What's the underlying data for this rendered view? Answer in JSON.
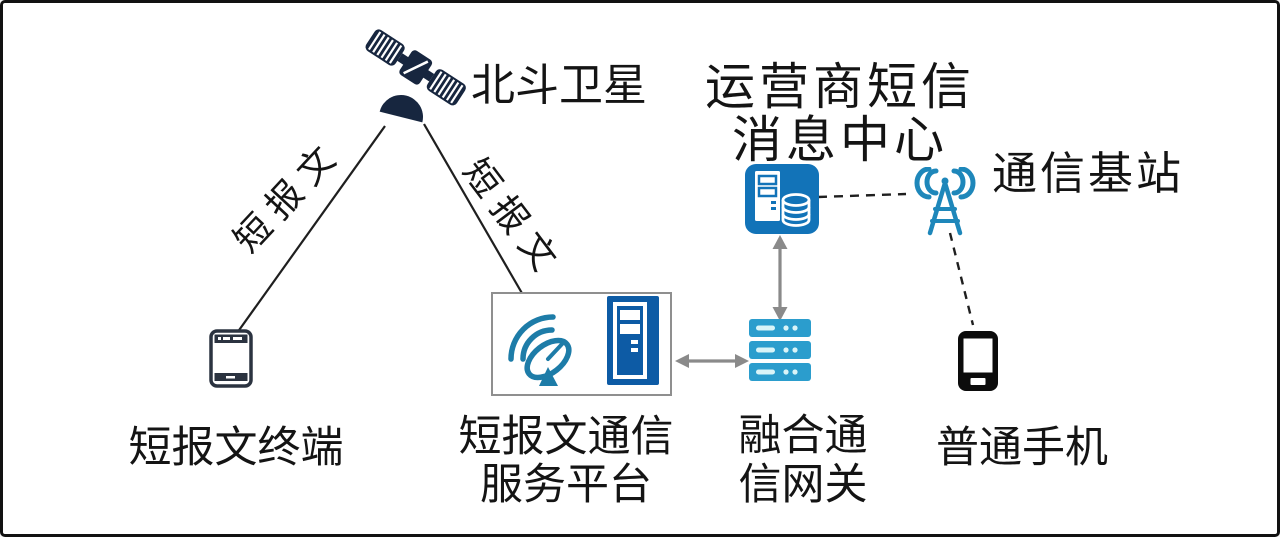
{
  "diagram": {
    "nodes": {
      "beidou_satellite": {
        "label": "北斗卫星",
        "icon": "satellite-icon"
      },
      "short_message_terminal": {
        "label": "短报文终端",
        "icon": "feature-phone-icon"
      },
      "short_message_service_platform": {
        "label_line1": "短报文通信",
        "label_line2": "服务平台",
        "icons": [
          "satellite-dish-icon",
          "server-tower-icon"
        ]
      },
      "converged_gateway": {
        "label_line1": "融合通",
        "label_line2": "信网关",
        "icon": "server-rack-icon"
      },
      "sms_message_center": {
        "label_line1": "运营商短信",
        "label_line2": "消息中心",
        "icon": "server-database-icon"
      },
      "base_station": {
        "label": "通信基站",
        "icon": "antenna-tower-icon"
      },
      "ordinary_phone": {
        "label": "普通手机",
        "icon": "smartphone-icon"
      }
    },
    "links": {
      "satellite_to_terminal": {
        "label": "短报文",
        "style": "solid-line"
      },
      "satellite_to_platform": {
        "label": "短报文",
        "style": "solid-line"
      },
      "platform_to_gateway": {
        "style": "gray-double-arrow"
      },
      "gateway_to_message_center": {
        "style": "gray-double-arrow"
      },
      "message_center_to_base_station": {
        "style": "dashed-line"
      },
      "base_station_to_phone": {
        "style": "dashed-line"
      }
    },
    "colors": {
      "background": "#ffffff",
      "frame_border": "#111111",
      "satellite_icon": "#17263f",
      "terminal_icon_outline": "#2b3340",
      "platform_box_border": "#8f8f8f",
      "platform_dish": "#1d7ca8",
      "platform_server": "#0d5ba5",
      "gateway_icon": "#2b9dcd",
      "message_center_icon": "#1273b8",
      "base_station_icon": "#1e87ba",
      "phone_icon": "#0c0c0c",
      "arrow_gray": "#8a8a8a",
      "line_black": "#1f1f1f",
      "text": "#141414"
    }
  }
}
